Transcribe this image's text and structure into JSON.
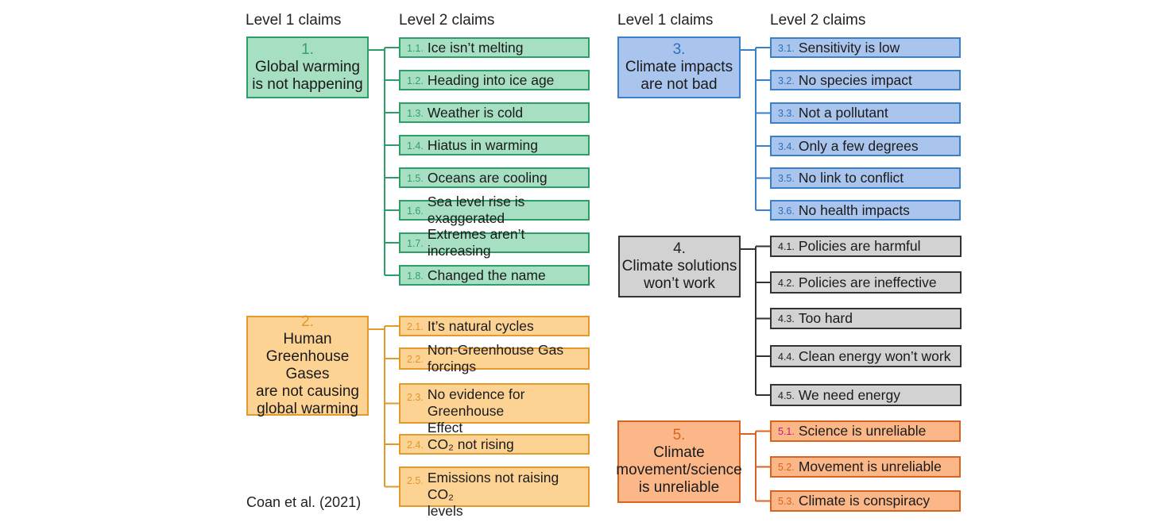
{
  "headers": {
    "left_level1": "Level 1 claims",
    "left_level2": "Level 2 claims",
    "right_level1": "Level 1 claims",
    "right_level2": "Level 2 claims"
  },
  "colors": {
    "g1_fill": "#a6dfc2",
    "g1_line": "#2e9e68",
    "g1_num": "#33a06c",
    "g2_fill": "#fdd394",
    "g2_line": "#e39a2c",
    "g2_num": "#e0972a",
    "g3_fill": "#a9c5ee",
    "g3_line": "#3a80c9",
    "g3_num": "#2f6fb6",
    "g4_fill": "#d2d2d2",
    "g4_line": "#333333",
    "g4_num": "#222222",
    "g5_fill": "#fbb788",
    "g5_line": "#d8641f",
    "g5_num": "#d8641f",
    "g5_num_first": "#c0187f"
  },
  "groups": [
    {
      "num": "1.",
      "title": "Global warming\nis not happening",
      "claims": [
        {
          "num": "1.1.",
          "label": "Ice isn’t melting"
        },
        {
          "num": "1.2.",
          "label": "Heading into ice age"
        },
        {
          "num": "1.3.",
          "label": "Weather is cold"
        },
        {
          "num": "1.4.",
          "label": "Hiatus in warming"
        },
        {
          "num": "1.5.",
          "label": "Oceans are cooling"
        },
        {
          "num": "1.6.",
          "label": "Sea level rise is exaggerated"
        },
        {
          "num": "1.7.",
          "label": "Extremes aren’t increasing"
        },
        {
          "num": "1.8.",
          "label": "Changed the name"
        }
      ]
    },
    {
      "num": "2.",
      "title": "Human\nGreenhouse Gases\nare not causing\nglobal warming",
      "claims": [
        {
          "num": "2.1.",
          "label": "It’s natural cycles"
        },
        {
          "num": "2.2.",
          "label": "Non-Greenhouse Gas forcings"
        },
        {
          "num": "2.3.",
          "label": "No evidence for Greenhouse\n    Effect"
        },
        {
          "num": "2.4.",
          "label": "CO₂ not rising"
        },
        {
          "num": "2.5.",
          "label": "Emissions not raising CO₂\n    levels"
        }
      ]
    },
    {
      "num": "3.",
      "title": "Climate impacts\nare not bad",
      "claims": [
        {
          "num": "3.1.",
          "label": "Sensitivity is low"
        },
        {
          "num": "3.2.",
          "label": "No species impact"
        },
        {
          "num": "3.3.",
          "label": "Not a pollutant"
        },
        {
          "num": "3.4.",
          "label": "Only a few degrees"
        },
        {
          "num": "3.5.",
          "label": "No link to conflict"
        },
        {
          "num": "3.6.",
          "label": "No health impacts"
        }
      ]
    },
    {
      "num": "4.",
      "title": "Climate solutions\nwon’t work",
      "claims": [
        {
          "num": "4.1.",
          "label": "Policies are harmful"
        },
        {
          "num": "4.2.",
          "label": "Policies are ineffective"
        },
        {
          "num": "4.3.",
          "label": "Too hard"
        },
        {
          "num": "4.4.",
          "label": "Clean energy won’t work"
        },
        {
          "num": "4.5.",
          "label": "We need energy"
        }
      ]
    },
    {
      "num": "5.",
      "title": "Climate\nmovement/science\nis unreliable",
      "claims": [
        {
          "num": "5.1.",
          "label": "Science is unreliable"
        },
        {
          "num": "5.2.",
          "label": "Movement is unreliable"
        },
        {
          "num": "5.3.",
          "label": "Climate is conspiracy"
        }
      ]
    }
  ],
  "citation": "Coan et al. (2021)"
}
